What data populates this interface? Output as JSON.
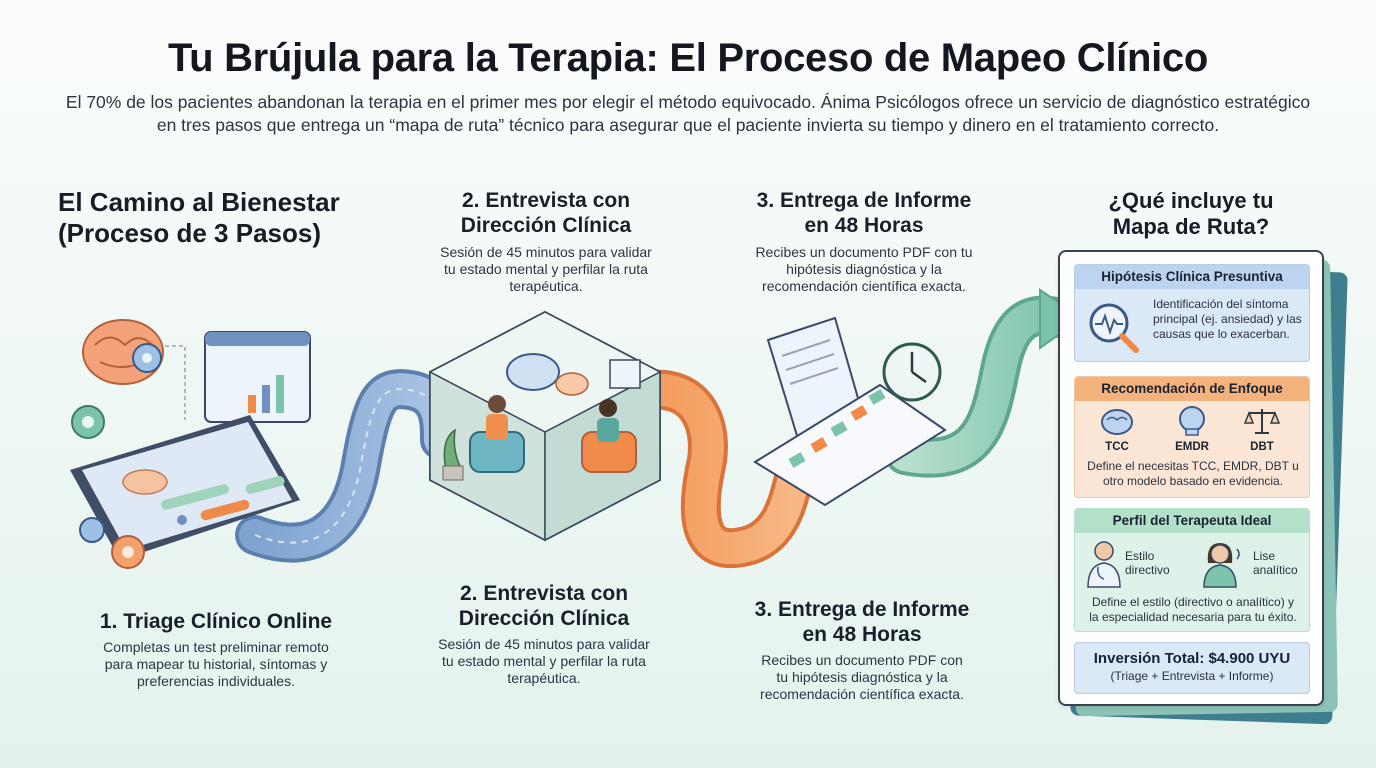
{
  "header": {
    "title": "Tu Brújula para la Terapia: El Proceso de Mapeo Clínico",
    "subtitle": "El 70% de los pacientes abandonan la terapia en el primer mes por elegir el método equivocado. Ánima Psicólogos ofrece un servicio de diagnóstico estratégico en tres pasos que entrega un “mapa de ruta” técnico para asegurar que el paciente invierta su tiempo y dinero en el tratamiento correcto."
  },
  "process": {
    "heading_line1": "El Camino al Bienestar",
    "heading_line2": "(Proceso de 3 Pasos)"
  },
  "steps": [
    {
      "title_line1": "1. Triage Clínico Online",
      "desc_lines": [
        "Completas un test preliminar remoto",
        "para mapear tu historial, síntomas y",
        "preferencias individuales."
      ]
    },
    {
      "title_line1": "2. Entrevista con",
      "title_line2": "Dirección Clínica",
      "desc_lines": [
        "Sesión de 45 minutos para validar",
        "tu estado mental y perfilar la ruta",
        "terapéutica."
      ]
    },
    {
      "title_line1": "3. Entrega de Informe",
      "title_line2": "en 48 Horas",
      "desc_lines": [
        "Recibes un documento PDF con",
        "tu hipótesis diagnóstica y la",
        "recomendación científica exacta."
      ]
    }
  ],
  "steps_top": [
    {
      "title_line1": "2. Entrevista con",
      "title_line2": "Dirección Clínica",
      "desc_lines": [
        "Sesión de 45 minutos para validar",
        "tu estado mental y perfilar la ruta",
        "terapéutica."
      ]
    },
    {
      "title_line1": "3. Entrega de Informe",
      "title_line2": "en 48 Horas",
      "desc_lines": [
        "Recibes un documento PDF con tu",
        "hipótesis diagnóstica y la",
        "recomendación científica exacta."
      ]
    }
  ],
  "roadmap": {
    "heading_line1": "¿Qué incluye tu",
    "heading_line2": "Mapa de Ruta?",
    "hypothesis": {
      "title": "Hipótesis Clínica Presuntiva",
      "lines": [
        "Identificación del síntoma",
        "principal (ej. ansiedad) y las",
        "causas que lo exacerban."
      ]
    },
    "approach": {
      "title": "Recomendación de Enfoque",
      "options": [
        "TCC",
        "EMDR",
        "DBT"
      ],
      "lines": [
        "Define el necesitas TCC, EMDR, DBT u",
        "otro modelo basado en evidencia."
      ]
    },
    "profile": {
      "title": "Perfil del Terapeuta Ideal",
      "left_label_lines": [
        "Estilo",
        "directivo"
      ],
      "right_label_lines": [
        "Lise",
        "analítico"
      ],
      "lines": [
        "Define el estilo (directivo o analítico) y",
        "la especialidad necesaria para tu éxito."
      ]
    },
    "investment": {
      "total": "Inversión Total: $4.900 UYU",
      "detail": "(Triage + Entrevista + Informe)"
    }
  },
  "colors": {
    "road_blue": "#86a9d2",
    "road_orange": "#f39a5a",
    "road_green": "#9fd3bc",
    "accent_orange": "#f08a4b",
    "accent_teal": "#3f7e8e"
  }
}
